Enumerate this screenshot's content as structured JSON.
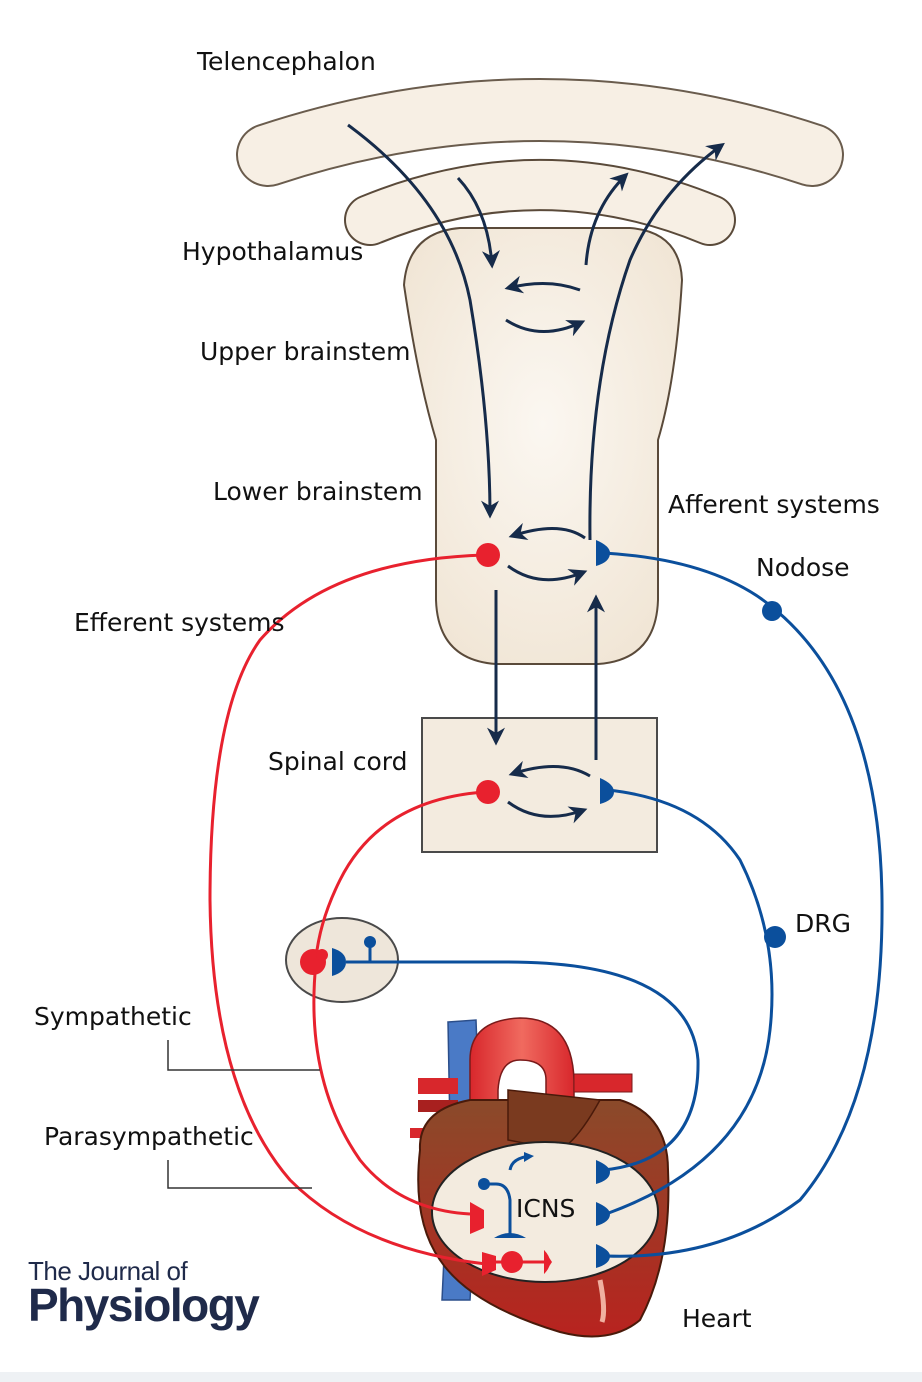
{
  "labels": {
    "telencephalon": "Telencephalon",
    "hypothalamus": "Hypothalamus",
    "upper_brainstem": "Upper brainstem",
    "lower_brainstem": "Lower brainstem",
    "afferent_systems": "Afferent systems",
    "nodose": "Nodose",
    "efferent_systems": "Efferent systems",
    "spinal_cord": "Spinal cord",
    "drg": "DRG",
    "sympathetic": "Sympathetic",
    "parasympathetic": "Parasympathetic",
    "icns": "ICNS",
    "heart": "Heart"
  },
  "logo": {
    "line1": "The Journal of",
    "line2": "Physiology"
  },
  "colors": {
    "efferent": "#e8212e",
    "afferent": "#0b4f9c",
    "arrow": "#162b4a",
    "tissue": "#f7f0e6",
    "heart_red": "#e0383b",
    "heart_brown": "#7a3a1f",
    "vein_blue": "#4a7ac6"
  }
}
